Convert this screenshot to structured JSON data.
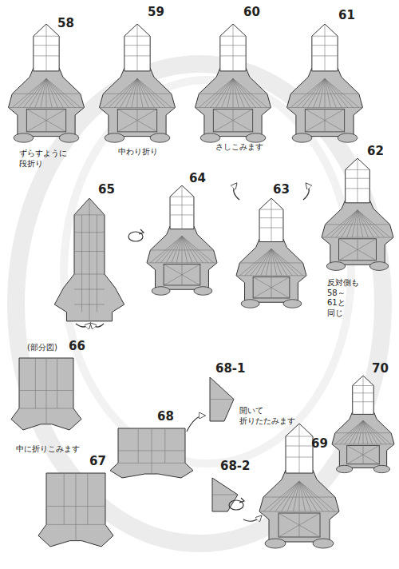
{
  "diagram": {
    "labels": [
      "58",
      "59",
      "60",
      "61",
      "ずらすように 段折り",
      "中わり折り",
      "さしこみます",
      "62",
      "反対側も 58～61と 同じ",
      "63",
      "64",
      "65",
      "(部分図)",
      "66",
      "中に折りこみます",
      "67",
      "68",
      "68-1",
      "開いて 折りたたみます",
      "68-2",
      "69",
      "70"
    ]
  }
}
